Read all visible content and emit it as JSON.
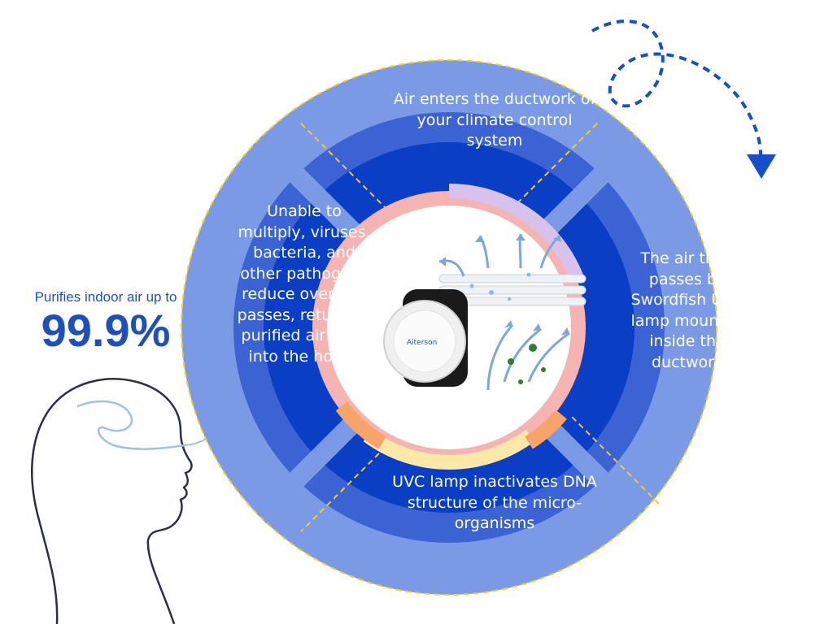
{
  "callout": {
    "subtitle": "Purifies indoor air up to",
    "value": "99.9%"
  },
  "segments": {
    "top": "Air enters the ductwork of your climate control system",
    "right": "The air then passes by Swordfish UVC lamp mounted inside the ductwork",
    "bottom": "UVC lamp inactivates DNA structure of the micro-organisms",
    "left": "Unable to multiply, viruses, bacteria, and other pathogens reduce over few passes, returning purified air back into the house"
  },
  "product": {
    "brand": "Aiterson"
  },
  "colors": {
    "outer_ring": "#7b9ae6",
    "middle_ring": "#3b63d4",
    "inner_segment": "#0a3ec4",
    "dashed_accent": "#f2cc2f",
    "arrow_blue": "#1550c8",
    "head_outline": "#2b2f4a",
    "airflow_line": "#9fc0ea"
  },
  "icons": {
    "cycle_arrow": "dashed-loop-arrow-icon",
    "product_lamp": "uvc-lamp-icon",
    "head": "human-head-outline-icon"
  }
}
